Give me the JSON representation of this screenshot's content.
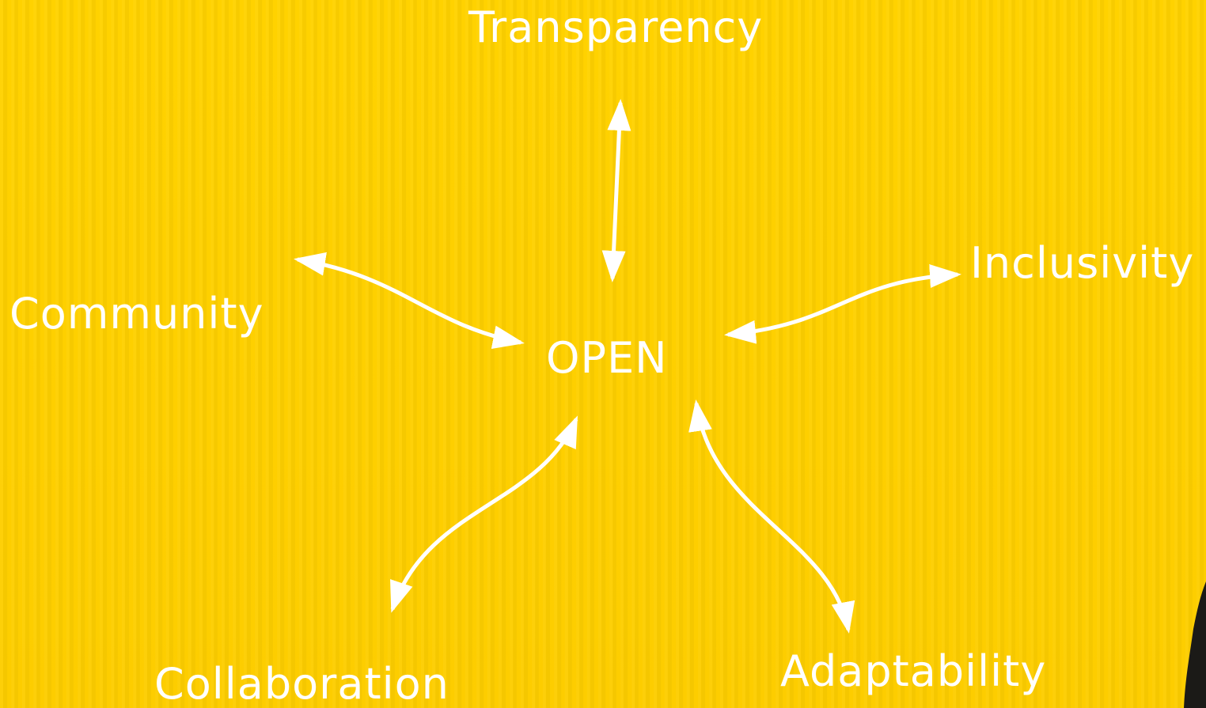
{
  "diagram": {
    "center": "OPEN",
    "nodes": {
      "transparency": "Transparency",
      "inclusivity": "Inclusivity",
      "community": "Community",
      "collaboration": "Collaboration",
      "adaptability": "Adaptability"
    }
  },
  "colors": {
    "background": "#ffd000",
    "foreground": "#ffffff"
  }
}
